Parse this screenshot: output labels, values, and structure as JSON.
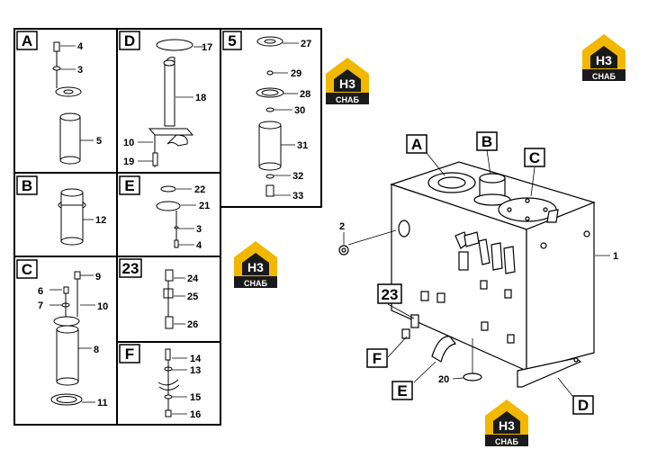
{
  "panels": {
    "A": {
      "label": "A",
      "parts": [
        "4",
        "3",
        "5"
      ]
    },
    "B": {
      "label": "B",
      "parts": [
        "12"
      ]
    },
    "C": {
      "label": "C",
      "parts": [
        "9",
        "6",
        "7",
        "10",
        "8",
        "11"
      ]
    },
    "D": {
      "label": "D",
      "parts": [
        "17",
        "18",
        "10",
        "19"
      ]
    },
    "E": {
      "label": "E",
      "parts": [
        "22",
        "21",
        "3",
        "4"
      ]
    },
    "P23": {
      "label": "23",
      "parts": [
        "24",
        "25",
        "26"
      ]
    },
    "F": {
      "label": "F",
      "parts": [
        "14",
        "13",
        "15",
        "16"
      ]
    },
    "P5": {
      "label": "5",
      "parts": [
        "27",
        "29",
        "28",
        "30",
        "31",
        "32",
        "33"
      ]
    }
  },
  "main": {
    "callouts": [
      "A",
      "B",
      "C",
      "23",
      "F",
      "E",
      "D"
    ],
    "parts": [
      "1",
      "2",
      "20"
    ]
  },
  "logo": {
    "top": "H3",
    "bottom": "СНАБ",
    "accent": "#f2b800",
    "dark": "#1a1a1a"
  }
}
